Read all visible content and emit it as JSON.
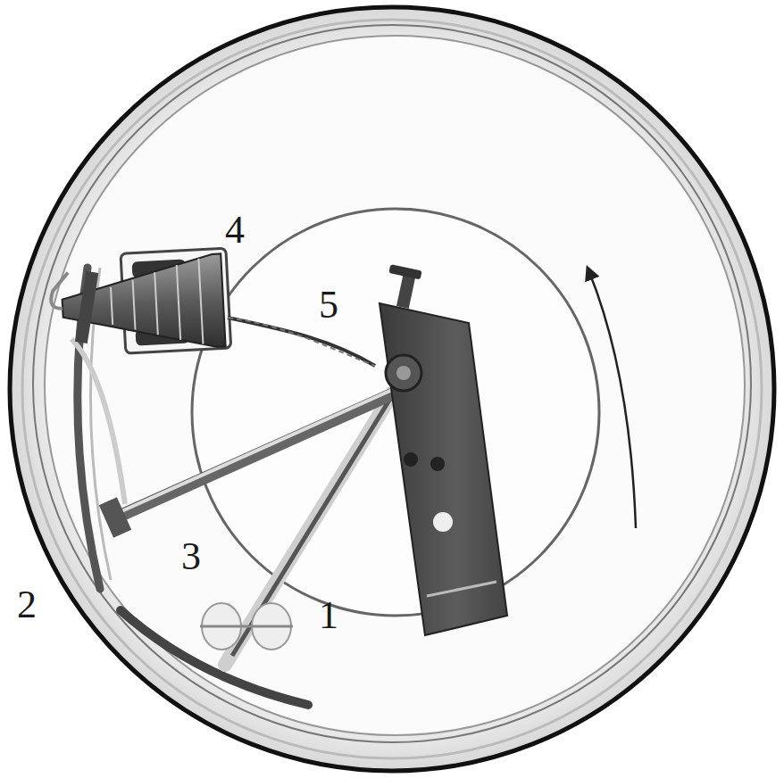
{
  "diagram": {
    "labels": [
      "4",
      "5",
      "3",
      "2",
      "1"
    ]
  }
}
